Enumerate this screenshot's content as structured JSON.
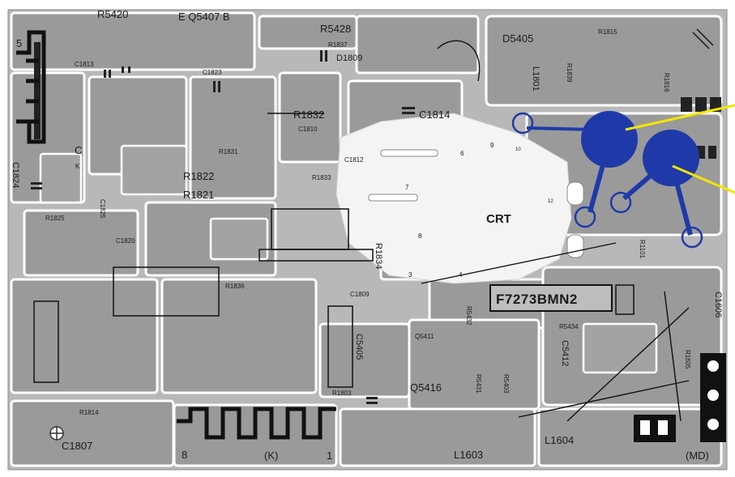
{
  "board": {
    "title_labels": {
      "r5420": "R5420",
      "q5407": "E Q5407  B",
      "r5428": "R5428",
      "d5405": "D5405",
      "r1837": "R1837",
      "d1809": "D1809",
      "c1814": "C1814",
      "r1832": "R1832",
      "c1810": "C1810",
      "c1812": "C1812",
      "r1833": "R1833",
      "r1822": "R1822",
      "r1821": "R1821",
      "r1831": "R1831",
      "r1825": "R1825",
      "c1820": "C1820",
      "c1824": "C1824",
      "c1813": "C1813",
      "r1839": "R1839",
      "r1816": "R1816",
      "l1801": "L1801",
      "r1815": "R1815",
      "c1823": "C1823",
      "r1834": "R1834",
      "c1809": "C1809",
      "c5405": "C5405",
      "q5411": "Q5411",
      "q5416": "Q5416",
      "r5432": "R5432",
      "r5434": "R5434",
      "c5412": "C5412",
      "r5431": "R5431",
      "r5403": "R5403",
      "r1101": "R1101",
      "c1606": "C1606",
      "r1605": "R1605",
      "l1603": "L1603",
      "l1604": "L1604",
      "c1807": "C1807",
      "r1803": "R1803",
      "r1836": "R1836",
      "r1814": "R1814",
      "c1825": "C1825"
    },
    "center_label": "CRT",
    "ic_part": "F7273BMN2",
    "pin_labels": {
      "p5": "5",
      "p6": "6",
      "p7": "7",
      "p8": "8",
      "p9": "9",
      "p10": "10",
      "p12": "12",
      "p4": "4",
      "p3": "3",
      "c": "C",
      "k": "K",
      "conn8": "8",
      "connK": "(K)",
      "conn1": "1",
      "md": "(MD)"
    },
    "colors": {
      "board_bg": "#ffffff",
      "copper": "#9a9a9a",
      "highlight_blue": "#1f3aa8",
      "arrow_yellow": "#f2e500"
    }
  }
}
